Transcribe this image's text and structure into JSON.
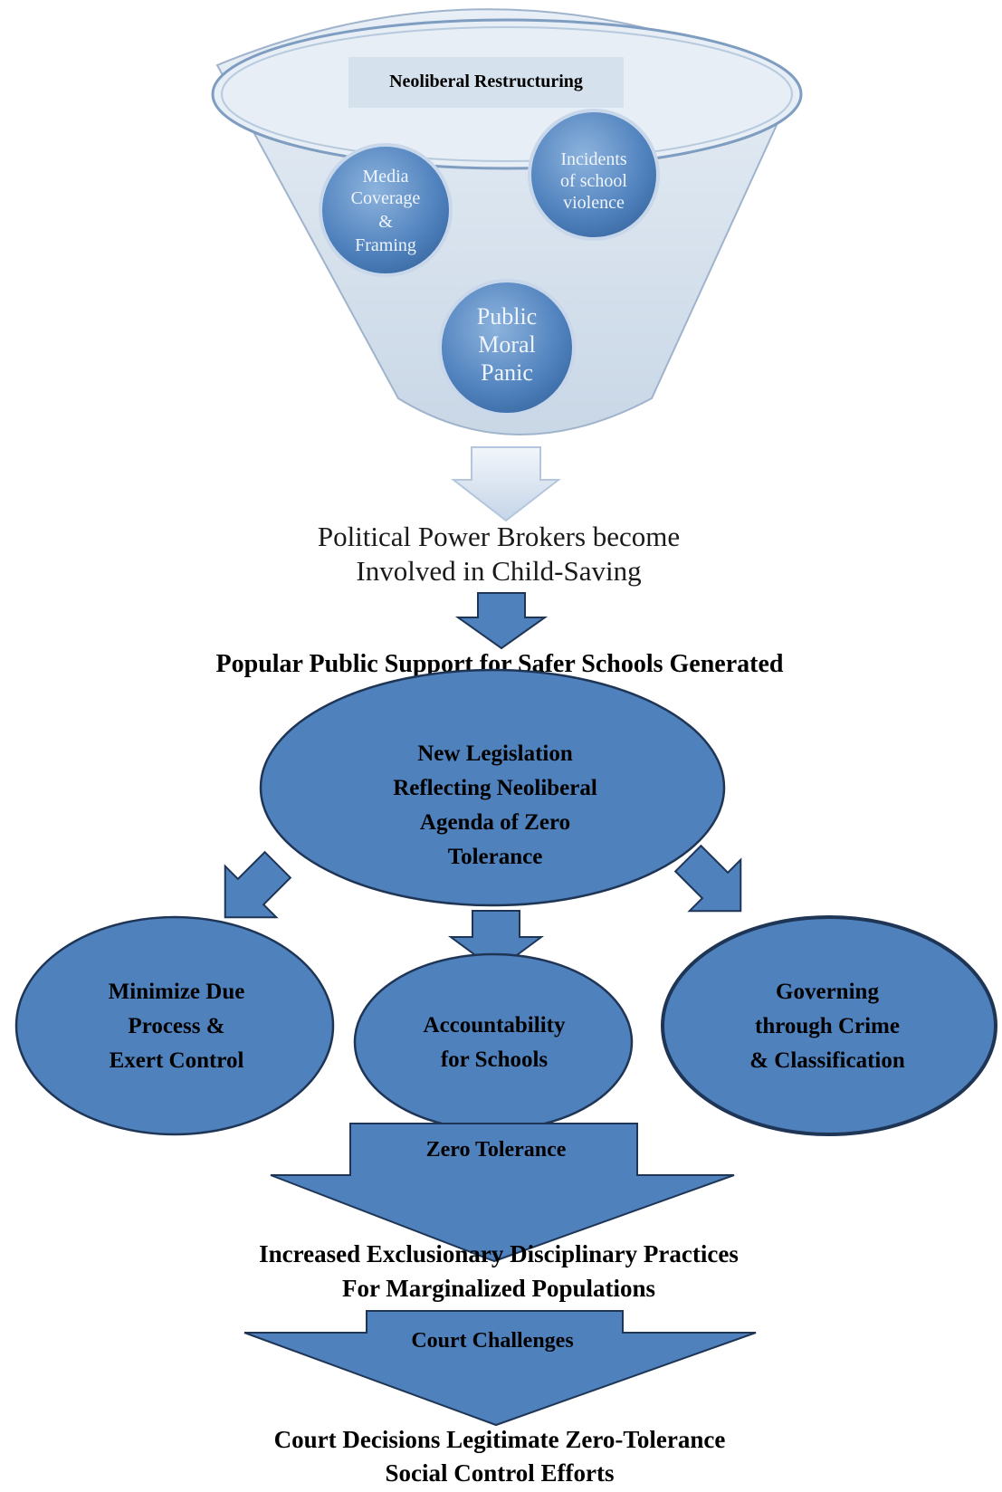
{
  "funnel": {
    "header_label": "Neoliberal Restructuring",
    "bubbles": [
      {
        "id": "media",
        "lines": [
          "Media",
          "Coverage",
          "&",
          "Framing"
        ]
      },
      {
        "id": "incidents",
        "lines": [
          "Incidents",
          "of school",
          "violence"
        ]
      },
      {
        "id": "panic",
        "lines": [
          "Public",
          "Moral",
          "Panic"
        ]
      }
    ]
  },
  "steps": {
    "power_brokers": [
      "Political Power Brokers become",
      "Involved in Child-Saving"
    ],
    "public_support": "Popular Public Support for Safer Schools Generated",
    "legislation": [
      "New Legislation",
      "Reflecting Neoliberal",
      "Agenda of Zero",
      "Tolerance"
    ],
    "outcomes": [
      {
        "id": "due-process",
        "lines": [
          "Minimize Due",
          "Process &",
          "Exert Control"
        ]
      },
      {
        "id": "accountability",
        "lines": [
          "Accountability",
          "for Schools"
        ]
      },
      {
        "id": "governing",
        "lines": [
          "Governing",
          "through Crime",
          "& Classification"
        ]
      }
    ],
    "zero_tolerance_arrow": "Zero Tolerance",
    "exclusionary": [
      "Increased Exclusionary Disciplinary Practices",
      "For Marginalized Populations"
    ],
    "court_arrow": "Court Challenges",
    "court_decisions": [
      "Court Decisions Legitimate Zero-Tolerance",
      "Social Control Efforts"
    ]
  },
  "colors": {
    "shape_fill": "#4f81bd",
    "shape_stroke": "#1f3556",
    "bubble_fill": "#5b8ec6",
    "funnel_fill": "#dde7f1",
    "header_box": "#d6e1ee",
    "light_arrow": "#dbe5f1"
  }
}
